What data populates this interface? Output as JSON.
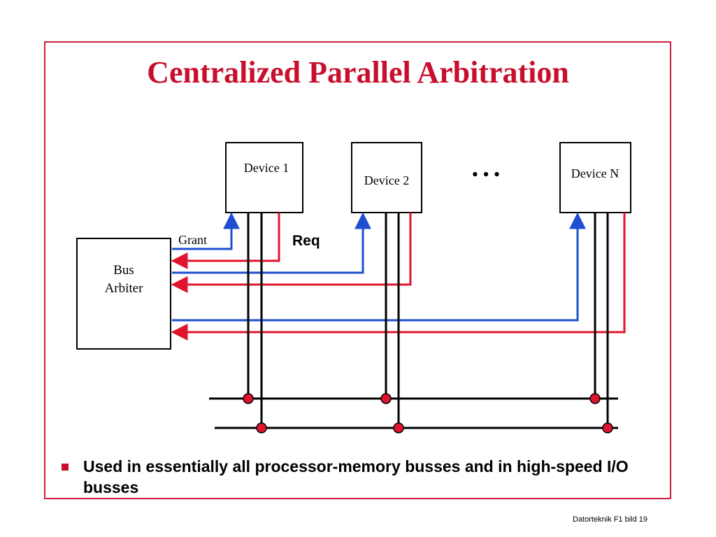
{
  "slide": {
    "title": "Centralized Parallel Arbitration",
    "bullet": "Used in essentially all processor-memory busses and in high-speed I/O busses",
    "footer": "Datorteknik F1 bild 19"
  },
  "diagram": {
    "devices": [
      "Device 1",
      "Device 2",
      "Device N"
    ],
    "ellipsis": "•  •  •",
    "arbiter_line1": "Bus",
    "arbiter_line2": "Arbiter",
    "grant_label": "Grant",
    "req_label": "Req",
    "colors": {
      "grant": "#1f4fd0",
      "req": "#e0142d",
      "accent": "#c8102e"
    }
  }
}
